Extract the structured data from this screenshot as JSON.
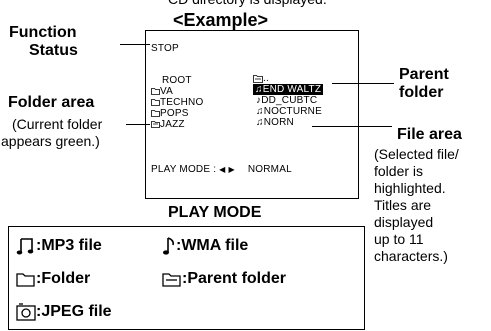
{
  "top_caption": "CD directory is displayed.",
  "example_title": "<Example>",
  "labels": {
    "function_status_1": "Function",
    "function_status_2": "Status",
    "folder_area": "Folder area",
    "folder_note_1": "(Current folder",
    "folder_note_2": "appears green.)",
    "parent_1": "Parent",
    "parent_2": "folder",
    "file_area": "File area",
    "file_note": [
      "(Selected file/",
      "folder is",
      "highlighted.",
      "Titles are",
      "displayed",
      "up to 11",
      "characters.)"
    ],
    "play_mode": "PLAY MODE"
  },
  "screen": {
    "status": "STOP",
    "folders": [
      "ROOT",
      "VA",
      "TECHNO",
      "POPS",
      "JAZZ"
    ],
    "parent_marker": "..",
    "files": [
      "END WALTZ",
      "DD_CUBTC",
      "NOCTURNE",
      "NORN"
    ],
    "play_mode_label": "PLAY MODE :",
    "play_mode_value": "NORMAL"
  },
  "legend": [
    {
      "icon": "mp3-file-icon",
      "text": ":MP3 file"
    },
    {
      "icon": "wma-file-icon",
      "text": ":WMA file"
    },
    {
      "icon": "folder-icon",
      "text": ":Folder"
    },
    {
      "icon": "parent-folder-icon",
      "text": ":Parent folder"
    },
    {
      "icon": "jpeg-file-icon",
      "text": ":JPEG file"
    }
  ]
}
